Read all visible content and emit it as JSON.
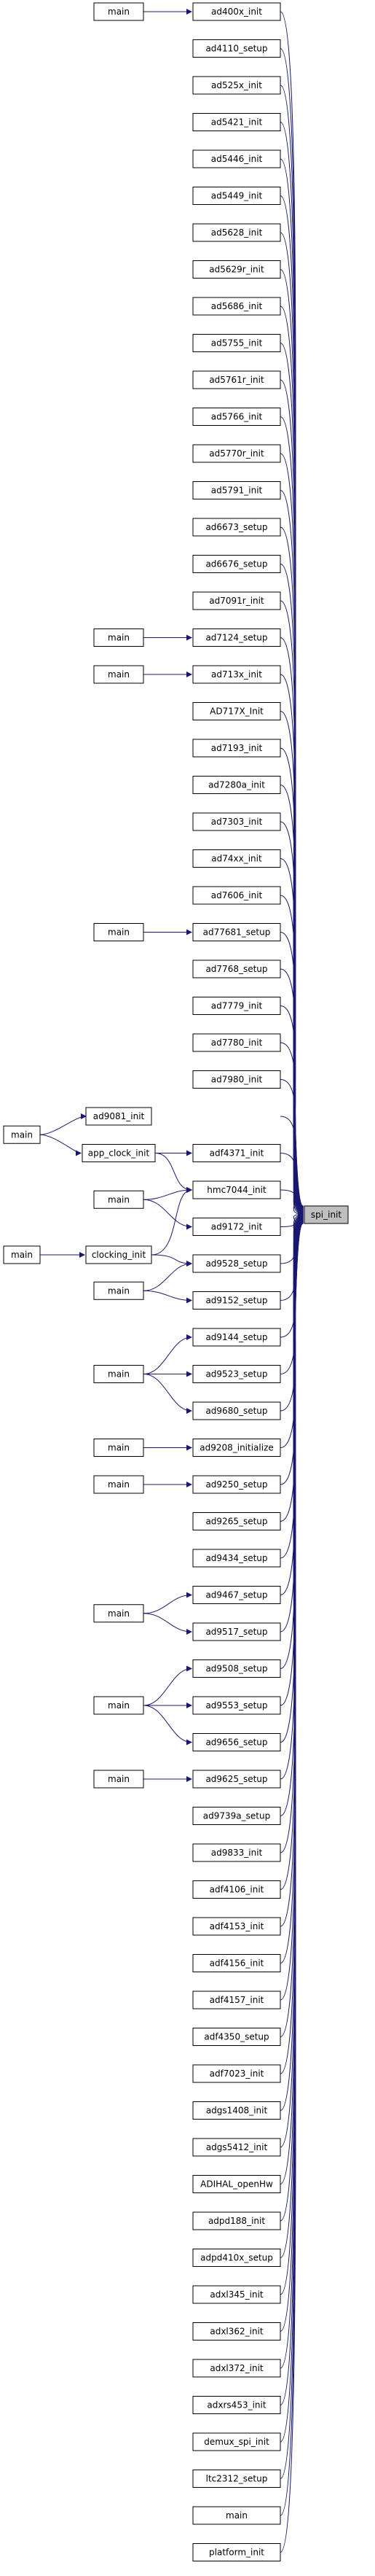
{
  "graph": {
    "target": "spi_init",
    "callers": [
      {
        "label": "ad400x_init",
        "caller": "main"
      },
      {
        "label": "ad4110_setup",
        "caller": null
      },
      {
        "label": "ad525x_init",
        "caller": null
      },
      {
        "label": "ad5421_init",
        "caller": null
      },
      {
        "label": "ad5446_init",
        "caller": null
      },
      {
        "label": "ad5449_init",
        "caller": null
      },
      {
        "label": "ad5628_init",
        "caller": null
      },
      {
        "label": "ad5629r_init",
        "caller": null
      },
      {
        "label": "ad5686_init",
        "caller": null
      },
      {
        "label": "ad5755_init",
        "caller": null
      },
      {
        "label": "ad5761r_init",
        "caller": null
      },
      {
        "label": "ad5766_init",
        "caller": null
      },
      {
        "label": "ad5770r_init",
        "caller": null
      },
      {
        "label": "ad5791_init",
        "caller": null
      },
      {
        "label": "ad6673_setup",
        "caller": null
      },
      {
        "label": "ad6676_setup",
        "caller": null
      },
      {
        "label": "ad7091r_init",
        "caller": null
      },
      {
        "label": "ad7124_setup",
        "caller": "main"
      },
      {
        "label": "ad713x_init",
        "caller": "main"
      },
      {
        "label": "AD717X_Init",
        "caller": null
      },
      {
        "label": "ad7193_init",
        "caller": null
      },
      {
        "label": "ad7280a_init",
        "caller": null
      },
      {
        "label": "ad7303_init",
        "caller": null
      },
      {
        "label": "ad74xx_init",
        "caller": null
      },
      {
        "label": "ad7606_init",
        "caller": null
      },
      {
        "label": "ad77681_setup",
        "caller": "main"
      },
      {
        "label": "ad7768_setup",
        "caller": null
      },
      {
        "label": "ad7779_init",
        "caller": null
      },
      {
        "label": "ad7780_init",
        "caller": null
      },
      {
        "label": "ad7980_init",
        "caller": null
      },
      {
        "label": "ad9081_init",
        "caller": null
      },
      {
        "label": "adf4371_init",
        "caller": null
      },
      {
        "label": "hmc7044_init",
        "caller": null
      },
      {
        "label": "ad9172_init",
        "caller": null
      },
      {
        "label": "ad9528_setup",
        "caller": null
      },
      {
        "label": "ad9152_setup",
        "caller": null
      },
      {
        "label": "ad9144_setup",
        "caller": null
      },
      {
        "label": "ad9523_setup",
        "caller": null
      },
      {
        "label": "ad9680_setup",
        "caller": null
      },
      {
        "label": "ad9208_initialize",
        "caller": "main"
      },
      {
        "label": "ad9250_setup",
        "caller": "main"
      },
      {
        "label": "ad9265_setup",
        "caller": null
      },
      {
        "label": "ad9434_setup",
        "caller": null
      },
      {
        "label": "ad9467_setup",
        "caller": null
      },
      {
        "label": "ad9517_setup",
        "caller": null
      },
      {
        "label": "ad9508_setup",
        "caller": null
      },
      {
        "label": "ad9553_setup",
        "caller": null
      },
      {
        "label": "ad9656_setup",
        "caller": null
      },
      {
        "label": "ad9625_setup",
        "caller": "main"
      },
      {
        "label": "ad9739a_setup",
        "caller": null
      },
      {
        "label": "ad9833_init",
        "caller": null
      },
      {
        "label": "adf4106_init",
        "caller": null
      },
      {
        "label": "adf4153_init",
        "caller": null
      },
      {
        "label": "adf4156_init",
        "caller": null
      },
      {
        "label": "adf4157_init",
        "caller": null
      },
      {
        "label": "adf4350_setup",
        "caller": null
      },
      {
        "label": "adf7023_init",
        "caller": null
      },
      {
        "label": "adgs1408_init",
        "caller": null
      },
      {
        "label": "adgs5412_init",
        "caller": null
      },
      {
        "label": "ADIHAL_openHw",
        "caller": null
      },
      {
        "label": "adpd188_init",
        "caller": null
      },
      {
        "label": "adpd410x_setup",
        "caller": null
      },
      {
        "label": "adxl345_init",
        "caller": null
      },
      {
        "label": "adxl362_init",
        "caller": null
      },
      {
        "label": "adxl372_init",
        "caller": null
      },
      {
        "label": "adxrs453_init",
        "caller": null
      },
      {
        "label": "demux_spi_init",
        "caller": null
      },
      {
        "label": "ltc2312_setup",
        "caller": null
      },
      {
        "label": "main",
        "caller": null
      },
      {
        "label": "platform_init",
        "caller": null
      }
    ],
    "secondary": {
      "app_clock_init": "app_clock_init",
      "clocking_init": "clocking_init",
      "main": "main"
    }
  }
}
